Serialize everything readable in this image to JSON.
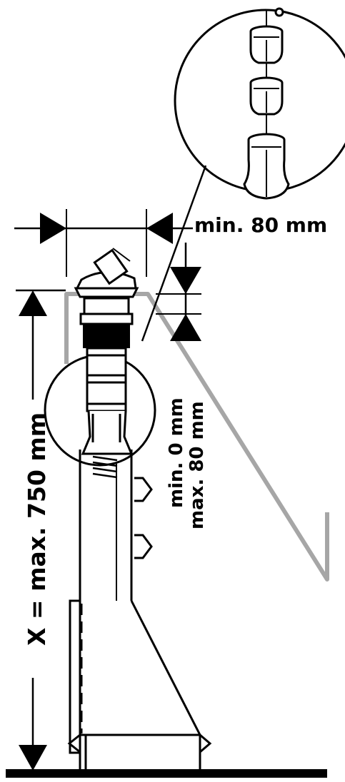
{
  "labels": {
    "min_width": "min. 80 mm",
    "x_max": "X = max. 750 mm",
    "min_gap": "min. 0 mm",
    "max_gap": "max. 80 mm"
  },
  "colors": {
    "line": "#000000",
    "gray_pipe": "#a6a6a6",
    "background": "#ffffff"
  }
}
